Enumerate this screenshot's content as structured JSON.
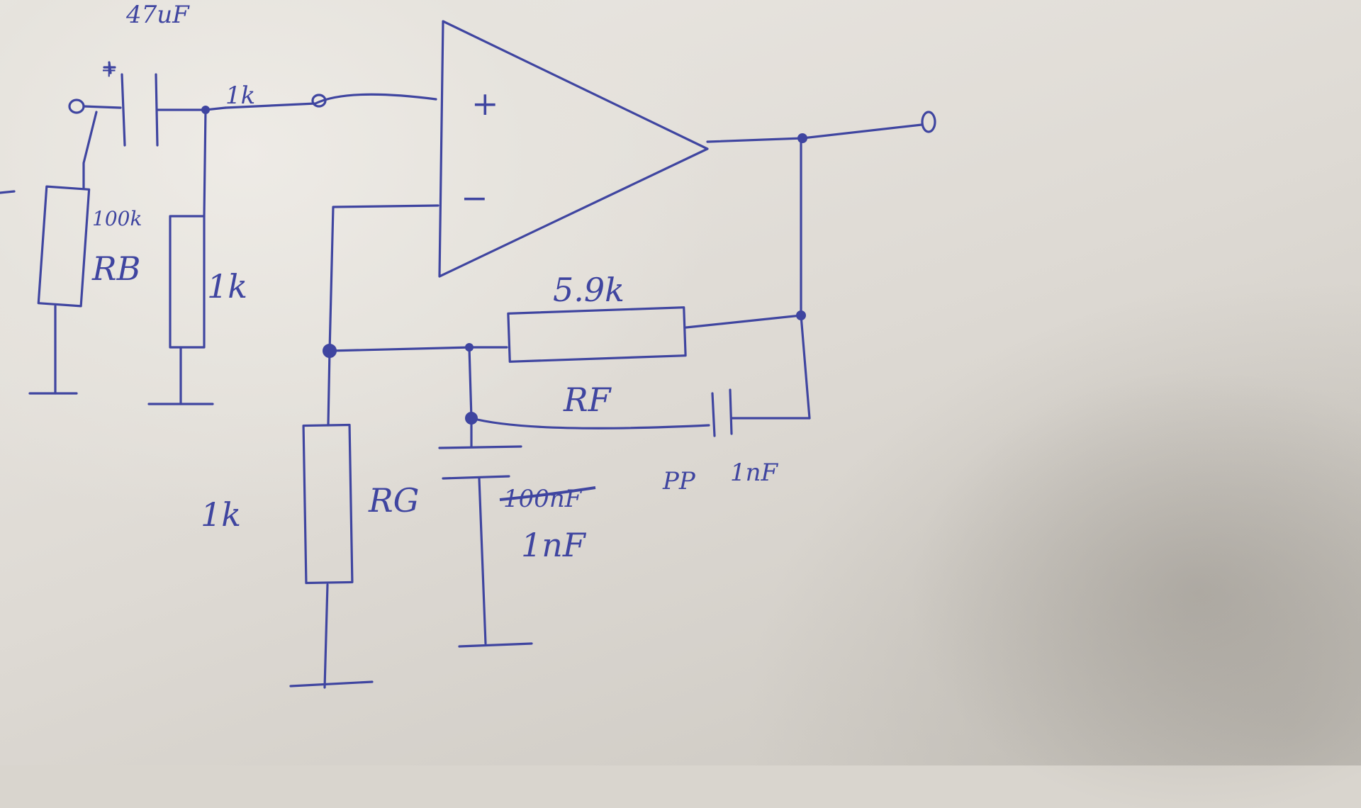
{
  "schematic": {
    "input_cap": {
      "value": "47uF",
      "polarity": "+"
    },
    "series_resistor": {
      "value": "1k"
    },
    "rb": {
      "value": "100k",
      "name": "RB"
    },
    "r_shunt": {
      "value": "1k"
    },
    "opamp": {
      "plus": "+",
      "minus": "−"
    },
    "rf": {
      "value": "5.9k",
      "name": "RF"
    },
    "cf": {
      "type": "PP",
      "value": "1nF"
    },
    "rg": {
      "value": "1k",
      "name": "RG"
    },
    "cg": {
      "value_crossed": "100nF",
      "value": "1nF"
    }
  },
  "ink_color": "#3f45a0"
}
